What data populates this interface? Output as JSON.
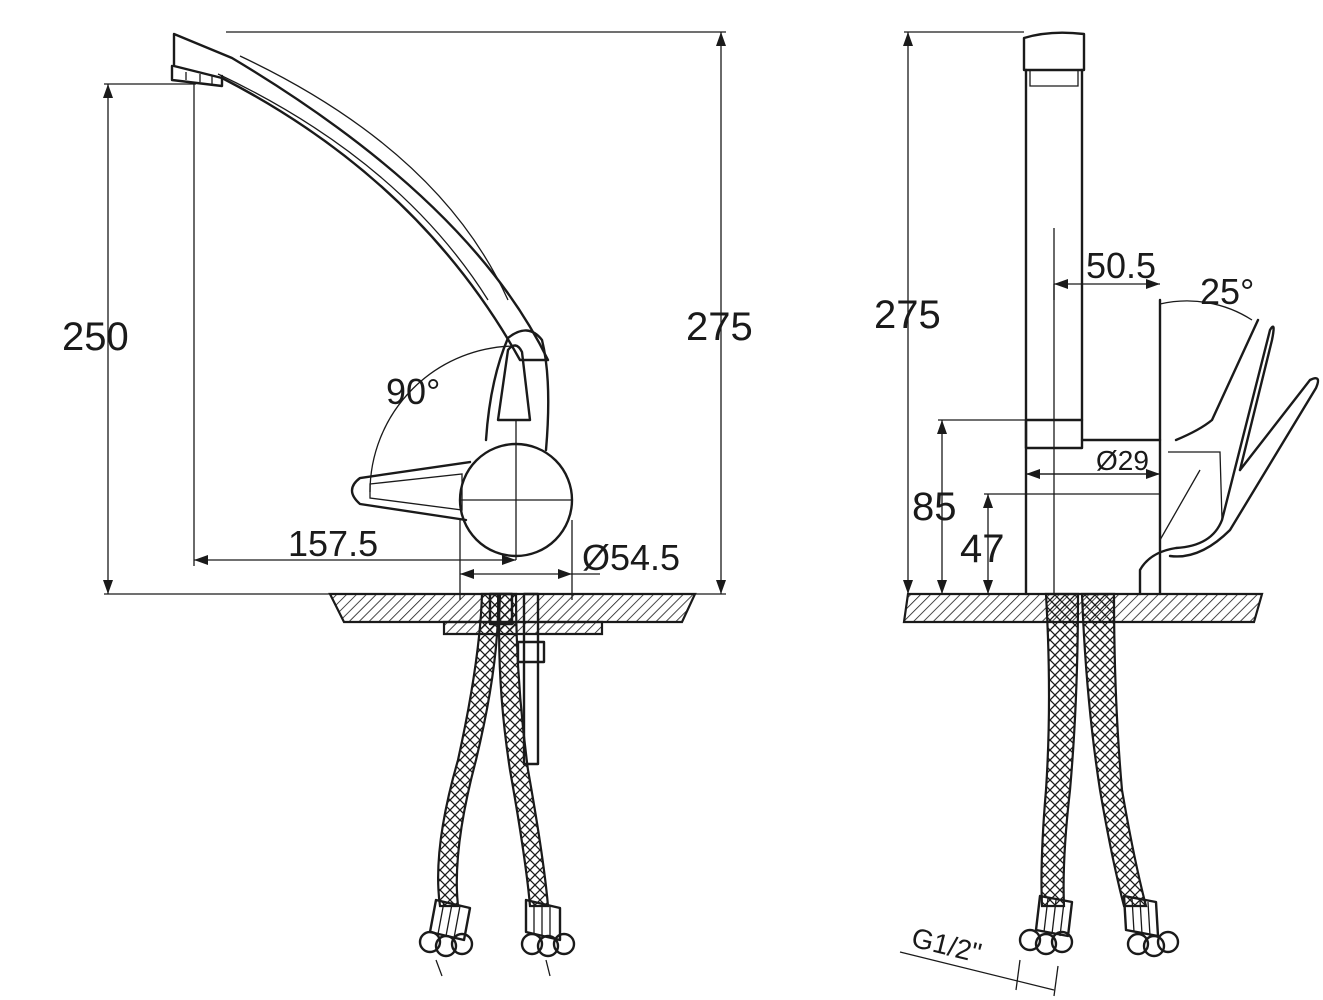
{
  "dimensions": {
    "front": {
      "height_outlet": "250",
      "height_total": "275",
      "reach": "157.5",
      "base_diameter": "Ø54.5",
      "handle_angle": "90°"
    },
    "side": {
      "height_total": "275",
      "offset": "50.5",
      "lever_angle": "25°",
      "body_diameter": "Ø29",
      "handle_height": "85",
      "base_height": "47",
      "thread": "G1/2\""
    }
  },
  "colors": {
    "line": "#1a1a1a",
    "background": "#ffffff"
  }
}
